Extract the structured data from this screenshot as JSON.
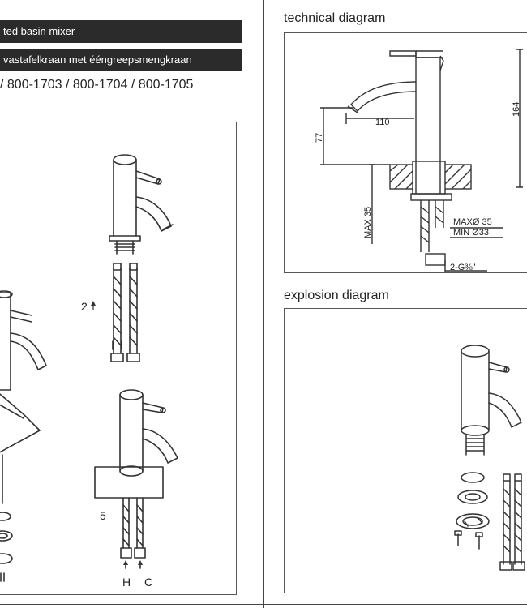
{
  "left_page": {
    "title_en": "ted basin mixer",
    "title_nl": "vastafelkraan met ééngreepsmengkraan",
    "model_numbers": "/ 800-1703 / 800-1704 / 800-1705",
    "assembly_labels": {
      "step_2": "2",
      "step_5": "5",
      "hot": "H",
      "cold": "C"
    }
  },
  "right_page": {
    "technical_title": "technical diagram",
    "explosion_title": "explosion diagram",
    "dimensions": {
      "height": "164",
      "spout_reach": "110",
      "spout_height": "77",
      "max_thickness": "MAX 35",
      "max_hole": "MAXØ 35",
      "min_hole": "MIN Ø33",
      "connection": "2-G⅜\""
    }
  }
}
